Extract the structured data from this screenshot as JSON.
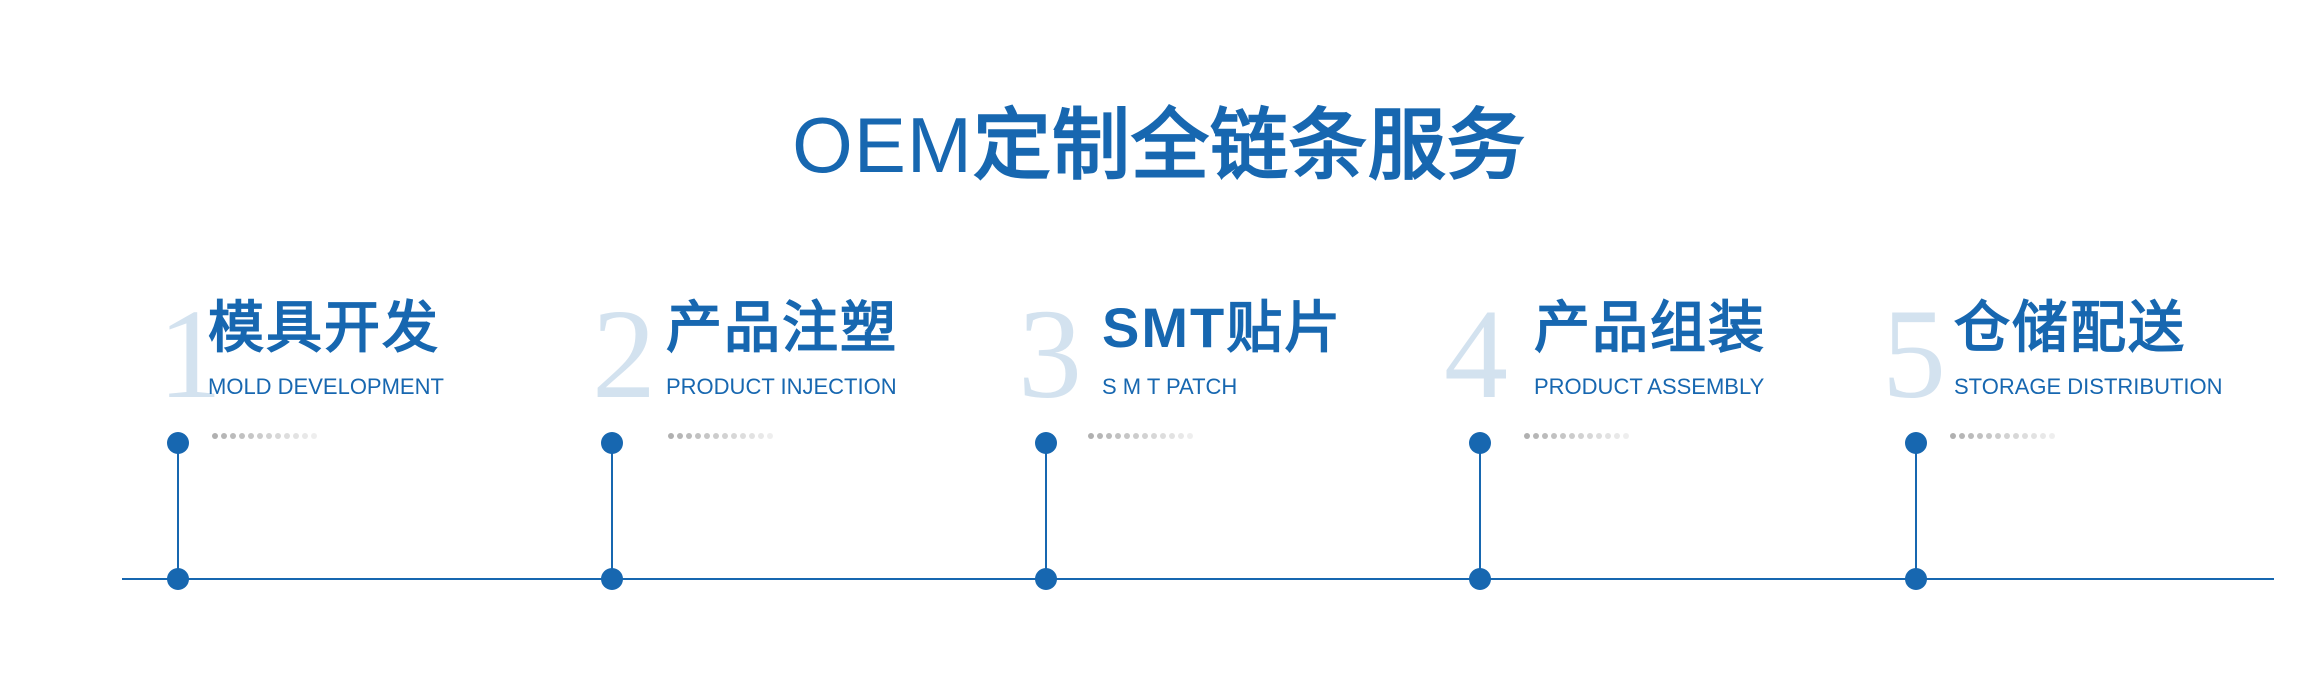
{
  "title": {
    "latin": "OEM",
    "cjk": "定制全链条服务"
  },
  "steps": [
    {
      "number": "1",
      "title": "模具开发",
      "subtitle": "MOLD DEVELOPMENT"
    },
    {
      "number": "2",
      "title": "产品注塑",
      "subtitle": "PRODUCT INJECTION"
    },
    {
      "number": "3",
      "title": "SMT贴片",
      "subtitle": "S M T PATCH"
    },
    {
      "number": "4",
      "title": "产品组装",
      "subtitle": "PRODUCT ASSEMBLY"
    },
    {
      "number": "5",
      "title": "仓储配送",
      "subtitle": "STORAGE DISTRIBUTION"
    }
  ],
  "colors": {
    "accent": "#1767b0",
    "number_faint": "#d3e2ef",
    "dots": "#b0b0b0"
  }
}
